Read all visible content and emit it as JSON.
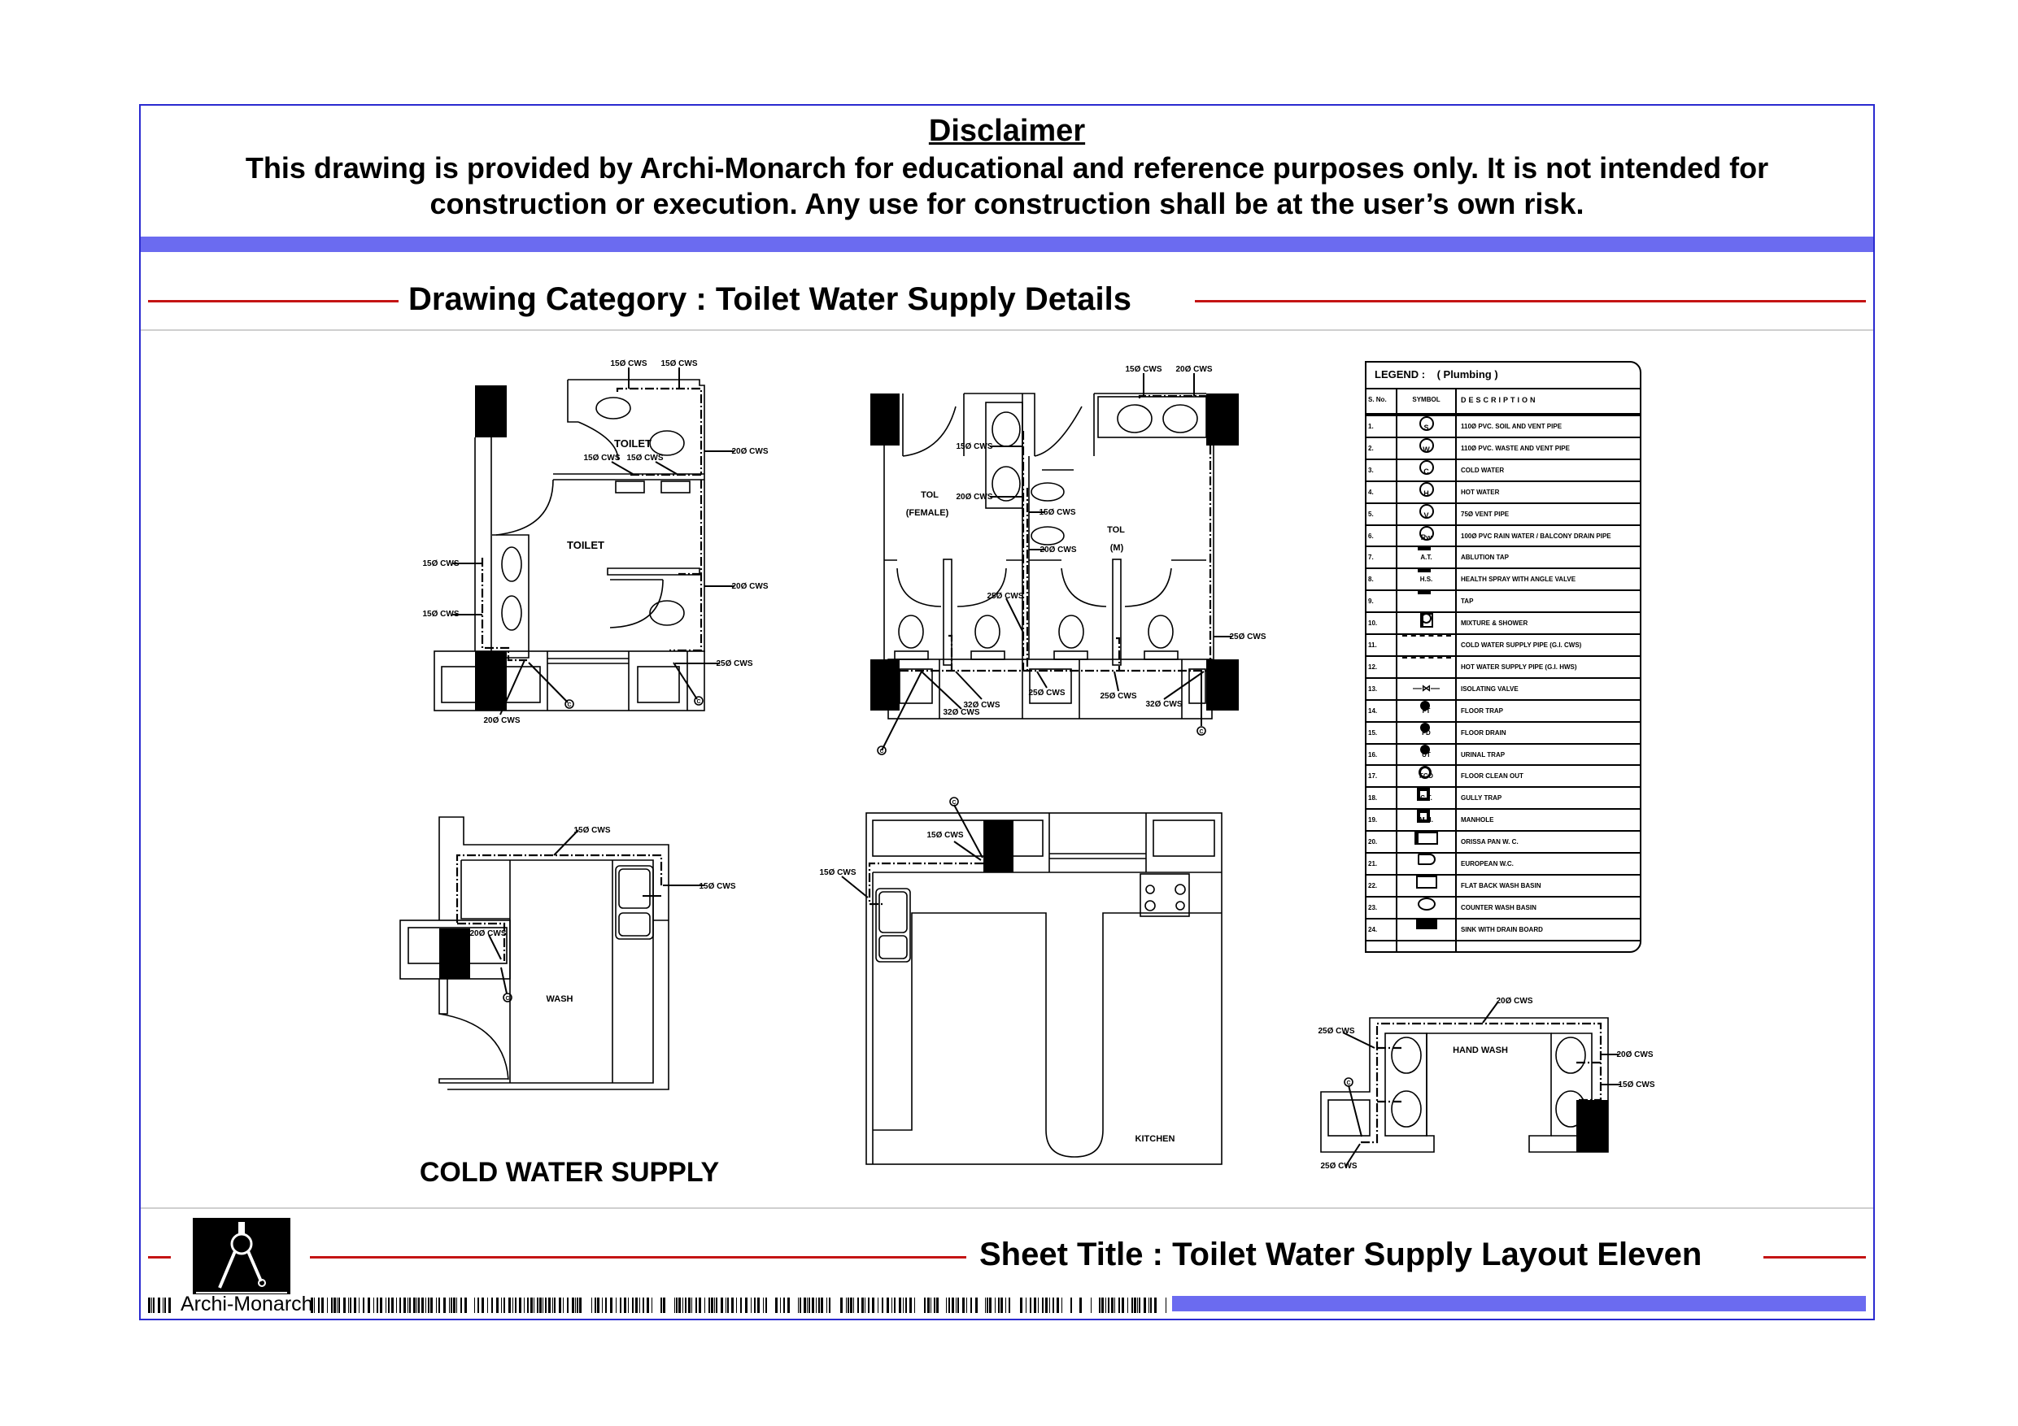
{
  "disclaimer": {
    "title": "Disclaimer",
    "line1": "This drawing is provided by Archi-Monarch for educational and reference purposes only. It is not intended for",
    "line2": "construction or execution. Any use for construction shall be at the user’s own risk."
  },
  "category": {
    "label": "Drawing Category : Toilet Water Supply Details"
  },
  "sheet": {
    "title": "Sheet Title : Toilet Water Supply Layout Eleven"
  },
  "brand": {
    "name": "Archi-Monarch"
  },
  "drawing_title": "COLD WATER SUPPLY",
  "colors": {
    "frame": "#2a2ad0",
    "band": "#6b6bf0",
    "rule": "#c41414"
  },
  "plan1": {
    "labels": [
      "15Ø CWS",
      "15Ø CWS",
      "TOILET",
      "15Ø CWS",
      "15Ø CWS",
      "20Ø CWS",
      "TOILET",
      "15Ø CWS",
      "15Ø CWS",
      "20Ø CWS",
      "25Ø CWS",
      "20Ø CWS",
      "C",
      "C"
    ]
  },
  "plan2": {
    "labels": [
      "15Ø CWS",
      "20Ø CWS",
      "15Ø CWS",
      "TOL",
      "(FEMALE)",
      "20Ø CWS",
      "15Ø CWS",
      "TOL",
      "(M)",
      "20Ø CWS",
      "25Ø CWS",
      "25Ø CWS",
      "25Ø CWS",
      "32Ø CWS",
      "32Ø CWS",
      "25Ø CWS",
      "32Ø CWS",
      "C",
      "C"
    ]
  },
  "plan3": {
    "labels": [
      "15Ø CWS",
      "15Ø CWS",
      "20Ø CWS",
      "WASH",
      "C"
    ]
  },
  "plan4": {
    "labels": [
      "15Ø CWS",
      "15Ø CWS",
      "KITCHEN",
      "C"
    ]
  },
  "plan5": {
    "labels": [
      "20Ø CWS",
      "25Ø CWS",
      "HAND WASH",
      "20Ø CWS",
      "15Ø CWS",
      "25Ø CWS",
      "C"
    ]
  },
  "legend": {
    "title": "LEGEND :",
    "subtitle": "( Plumbing )",
    "headers": [
      "S. No.",
      "SYMBOL",
      "DESCRIPTION"
    ],
    "rows": [
      {
        "no": "1.",
        "sym": "circle",
        "text": "S",
        "desc": "110Ø PVC. SOIL AND VENT PIPE"
      },
      {
        "no": "2.",
        "sym": "circle",
        "text": "W",
        "desc": "110Ø PVC. WASTE AND VENT PIPE"
      },
      {
        "no": "3.",
        "sym": "circle",
        "text": "C",
        "desc": "COLD WATER"
      },
      {
        "no": "4.",
        "sym": "circle",
        "text": "H",
        "desc": "HOT WATER"
      },
      {
        "no": "5.",
        "sym": "circle",
        "text": "V",
        "desc": "75Ø VENT PIPE"
      },
      {
        "no": "6.",
        "sym": "circle",
        "text": "Rw",
        "desc": "100Ø PVC RAIN WATER / BALCONY DRAIN PIPE"
      },
      {
        "no": "7.",
        "sym": "tap",
        "text": "A.T.",
        "desc": "ABLUTION TAP"
      },
      {
        "no": "8.",
        "sym": "tap",
        "text": "H.S.",
        "desc": "HEALTH SPRAY WITH ANGLE VALVE"
      },
      {
        "no": "9.",
        "sym": "tap",
        "text": "",
        "desc": "TAP"
      },
      {
        "no": "10.",
        "sym": "mixer",
        "text": "",
        "desc": "MIXTURE & SHOWER"
      },
      {
        "no": "11.",
        "sym": "line",
        "text": "",
        "desc": "COLD WATER SUPPLY PIPE (G.I. CWS)"
      },
      {
        "no": "12.",
        "sym": "line",
        "text": "",
        "desc": "HOT WATER SUPPLY PIPE (G.I. HWS)"
      },
      {
        "no": "13.",
        "sym": "valve",
        "text": "",
        "desc": "ISOLATING VALVE"
      },
      {
        "no": "14.",
        "sym": "filled",
        "text": "FT",
        "desc": "FLOOR TRAP"
      },
      {
        "no": "15.",
        "sym": "filled",
        "text": "FD",
        "desc": "FLOOR DRAIN"
      },
      {
        "no": "16.",
        "sym": "filled",
        "text": "UT",
        "desc": "URINAL TRAP"
      },
      {
        "no": "17.",
        "sym": "ring",
        "text": "FCO",
        "desc": "FLOOR CLEAN OUT"
      },
      {
        "no": "18.",
        "sym": "square",
        "text": "G.T.",
        "desc": "GULLY TRAP"
      },
      {
        "no": "19.",
        "sym": "square",
        "text": "M.H.",
        "desc": "MANHOLE"
      },
      {
        "no": "20.",
        "sym": "pan",
        "text": "",
        "desc": "ORISSA PAN W. C."
      },
      {
        "no": "21.",
        "sym": "ewc",
        "text": "",
        "desc": "EUROPEAN W.C."
      },
      {
        "no": "22.",
        "sym": "basin",
        "text": "",
        "desc": "FLAT BACK WASH BASIN"
      },
      {
        "no": "23.",
        "sym": "oval",
        "text": "",
        "desc": "COUNTER WASH BASIN"
      },
      {
        "no": "24.",
        "sym": "sink",
        "text": "",
        "desc": "SINK WITH DRAIN BOARD"
      }
    ]
  }
}
